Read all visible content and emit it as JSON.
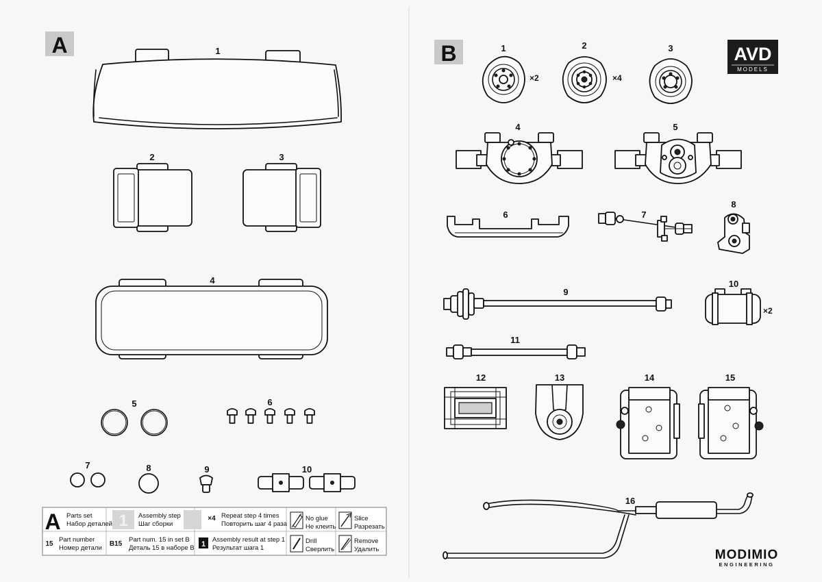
{
  "sheets": {
    "a": "A",
    "b": "B"
  },
  "sheet_a": {
    "parts": [
      {
        "num": "1"
      },
      {
        "num": "2"
      },
      {
        "num": "3"
      },
      {
        "num": "4"
      },
      {
        "num": "5"
      },
      {
        "num": "6"
      },
      {
        "num": "7"
      },
      {
        "num": "8"
      },
      {
        "num": "9"
      },
      {
        "num": "10"
      }
    ]
  },
  "sheet_b": {
    "parts": [
      {
        "num": "1",
        "mult": "×2"
      },
      {
        "num": "2",
        "mult": "×4"
      },
      {
        "num": "3"
      },
      {
        "num": "4"
      },
      {
        "num": "5"
      },
      {
        "num": "6"
      },
      {
        "num": "7"
      },
      {
        "num": "8"
      },
      {
        "num": "9"
      },
      {
        "num": "10",
        "mult": "×2"
      },
      {
        "num": "11"
      },
      {
        "num": "12"
      },
      {
        "num": "13"
      },
      {
        "num": "14"
      },
      {
        "num": "15"
      },
      {
        "num": "16"
      }
    ]
  },
  "logos": {
    "avd": "AVD",
    "avd_sub": "MODELS",
    "modimio": "MODIMIO",
    "modimio_sub": "ENGINEERING"
  },
  "legend": {
    "parts_set_letter": "A",
    "parts_set_en": "Parts set",
    "parts_set_ru": "Набор деталей",
    "step_glyph": "1",
    "assembly_step_en": "Assembly step",
    "assembly_step_ru": "Шаг сборки",
    "repeat_mult": "×4",
    "repeat_en": "Repeat step 4 times",
    "repeat_ru": "Повторить шаг 4 раза",
    "no_glue_en": "No glue",
    "no_glue_ru": "Не клеить",
    "slice_en": "Slice",
    "slice_ru": "Разрезать",
    "part_number_code": "15",
    "part_number_en": "Part number",
    "part_number_ru": "Номер детали",
    "part_in_set_code": "B15",
    "part_in_set_en": "Part num. 15 in set B",
    "part_in_set_ru": "Деталь 15 в наборе B",
    "result_glyph": "1",
    "result_en": "Assembly result at step 1",
    "result_ru": "Результат шага 1",
    "drill_en": "Drill",
    "drill_ru": "Сверлить",
    "remove_en": "Remove",
    "remove_ru": "Удалить"
  }
}
